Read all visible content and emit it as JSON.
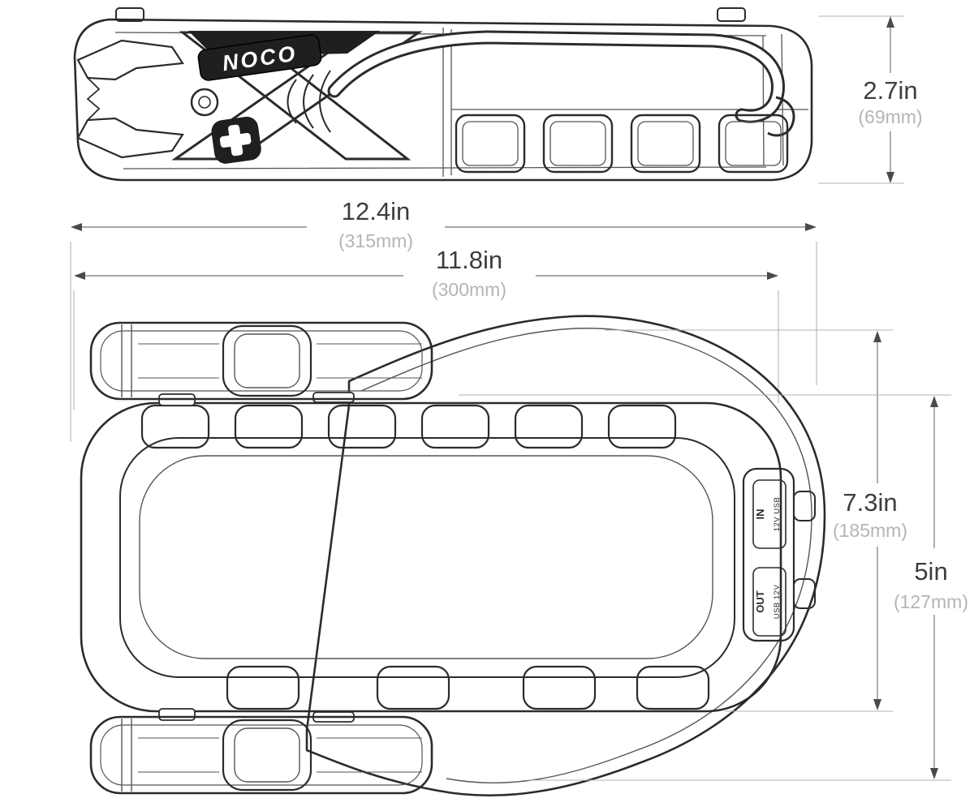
{
  "brand": {
    "logo_text": "NOCO"
  },
  "dimensions": {
    "height": {
      "inches": "2.7in",
      "metric": "(69mm)"
    },
    "overall_length": {
      "inches": "12.4in",
      "metric": "(315mm)"
    },
    "body_length": {
      "inches": "11.8in",
      "metric": "(300mm)"
    },
    "overall_width": {
      "inches": "7.3in",
      "metric": "(185mm)"
    },
    "body_width": {
      "inches": "5in",
      "metric": "(127mm)"
    }
  },
  "ports": {
    "input": {
      "label": "IN",
      "sublabel": "12V USB"
    },
    "output": {
      "label": "OUT",
      "sublabel": "USB 12V"
    }
  },
  "colors": {
    "line": "#2b2b2b",
    "dimension_text": "#3d3d3d",
    "metric_text": "#b5b5b5"
  }
}
